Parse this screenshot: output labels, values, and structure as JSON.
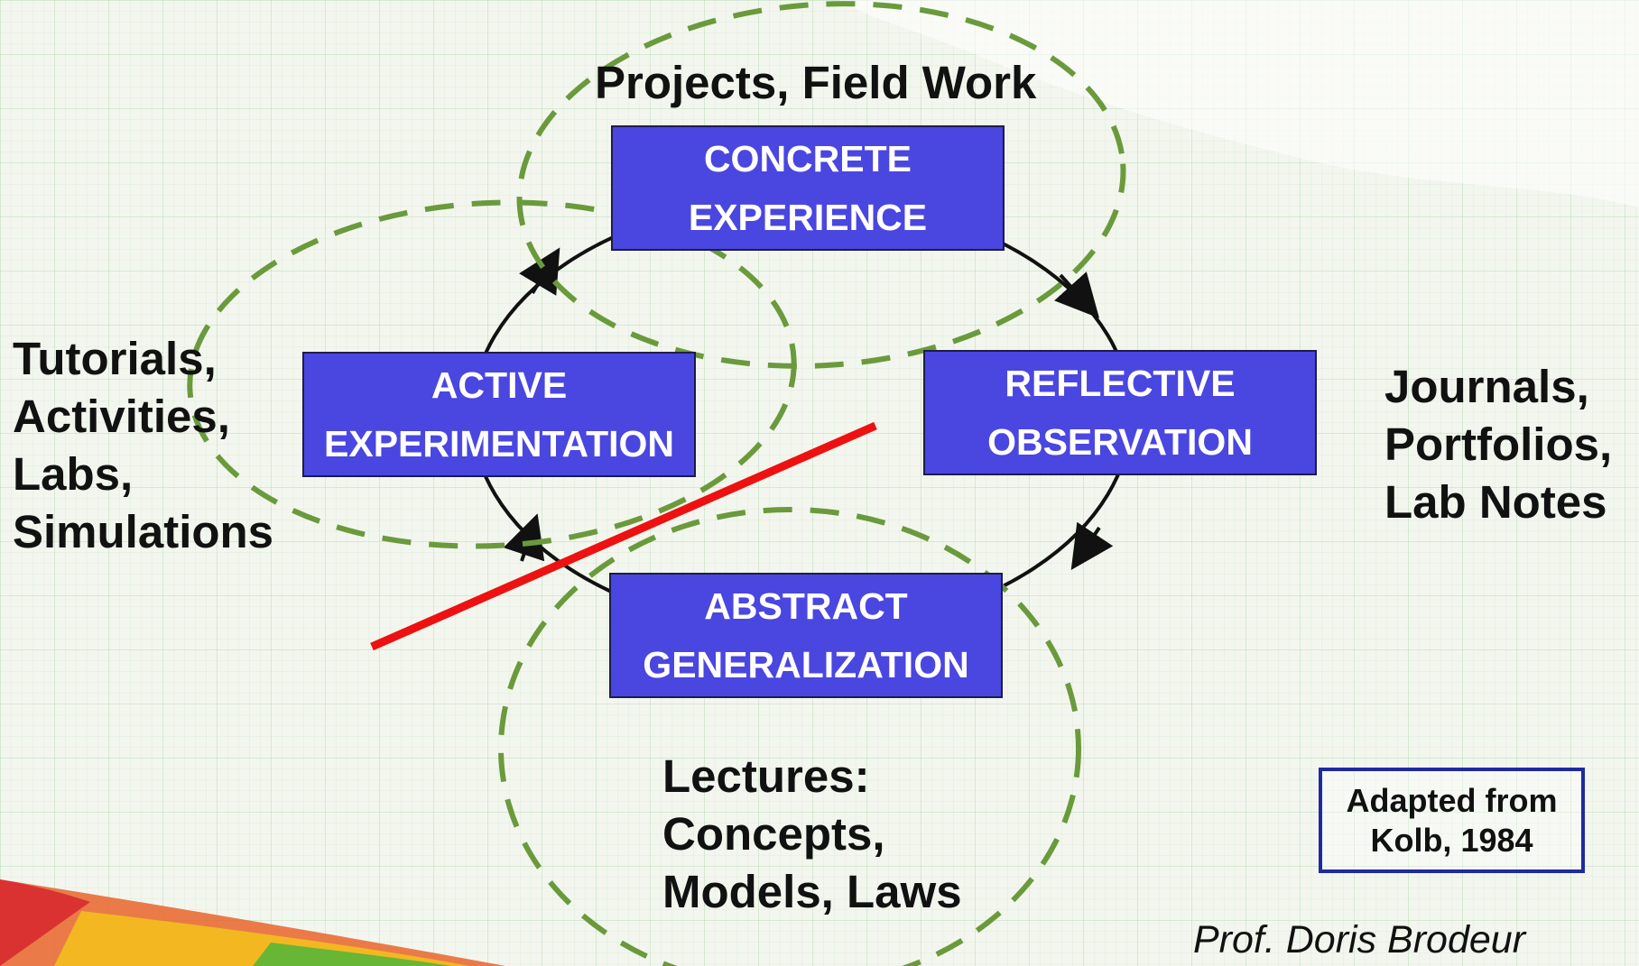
{
  "cycle": {
    "stages": [
      {
        "id": "concrete",
        "lines": [
          "CONCRETE",
          "EXPERIENCE"
        ]
      },
      {
        "id": "reflective",
        "lines": [
          "REFLECTIVE",
          "OBSERVATION"
        ]
      },
      {
        "id": "abstract",
        "lines": [
          "ABSTRACT",
          "GENERALIZATION"
        ]
      },
      {
        "id": "active",
        "lines": [
          "ACTIVE",
          "EXPERIMENTATION"
        ]
      }
    ]
  },
  "methods": {
    "concrete": [
      "Projects, Field Work"
    ],
    "active": [
      "Tutorials,",
      "Activities,",
      "Labs,",
      "Simulations"
    ],
    "reflective": [
      "Journals,",
      "Portfolios,",
      "Lab Notes"
    ],
    "abstract": [
      "Lectures:",
      "Concepts,",
      "Models, Laws"
    ]
  },
  "credit": [
    "Adapted from",
    "Kolb, 1984"
  ],
  "author": "Prof. Doris Brodeur",
  "colors": {
    "box_fill": "#4a46e0",
    "box_text": "#ffffff",
    "dashed_ellipse": "#6a9a3c",
    "cycle_line": "#111111",
    "red_line": "#ee1111",
    "credit_border": "#1f2aa0"
  }
}
